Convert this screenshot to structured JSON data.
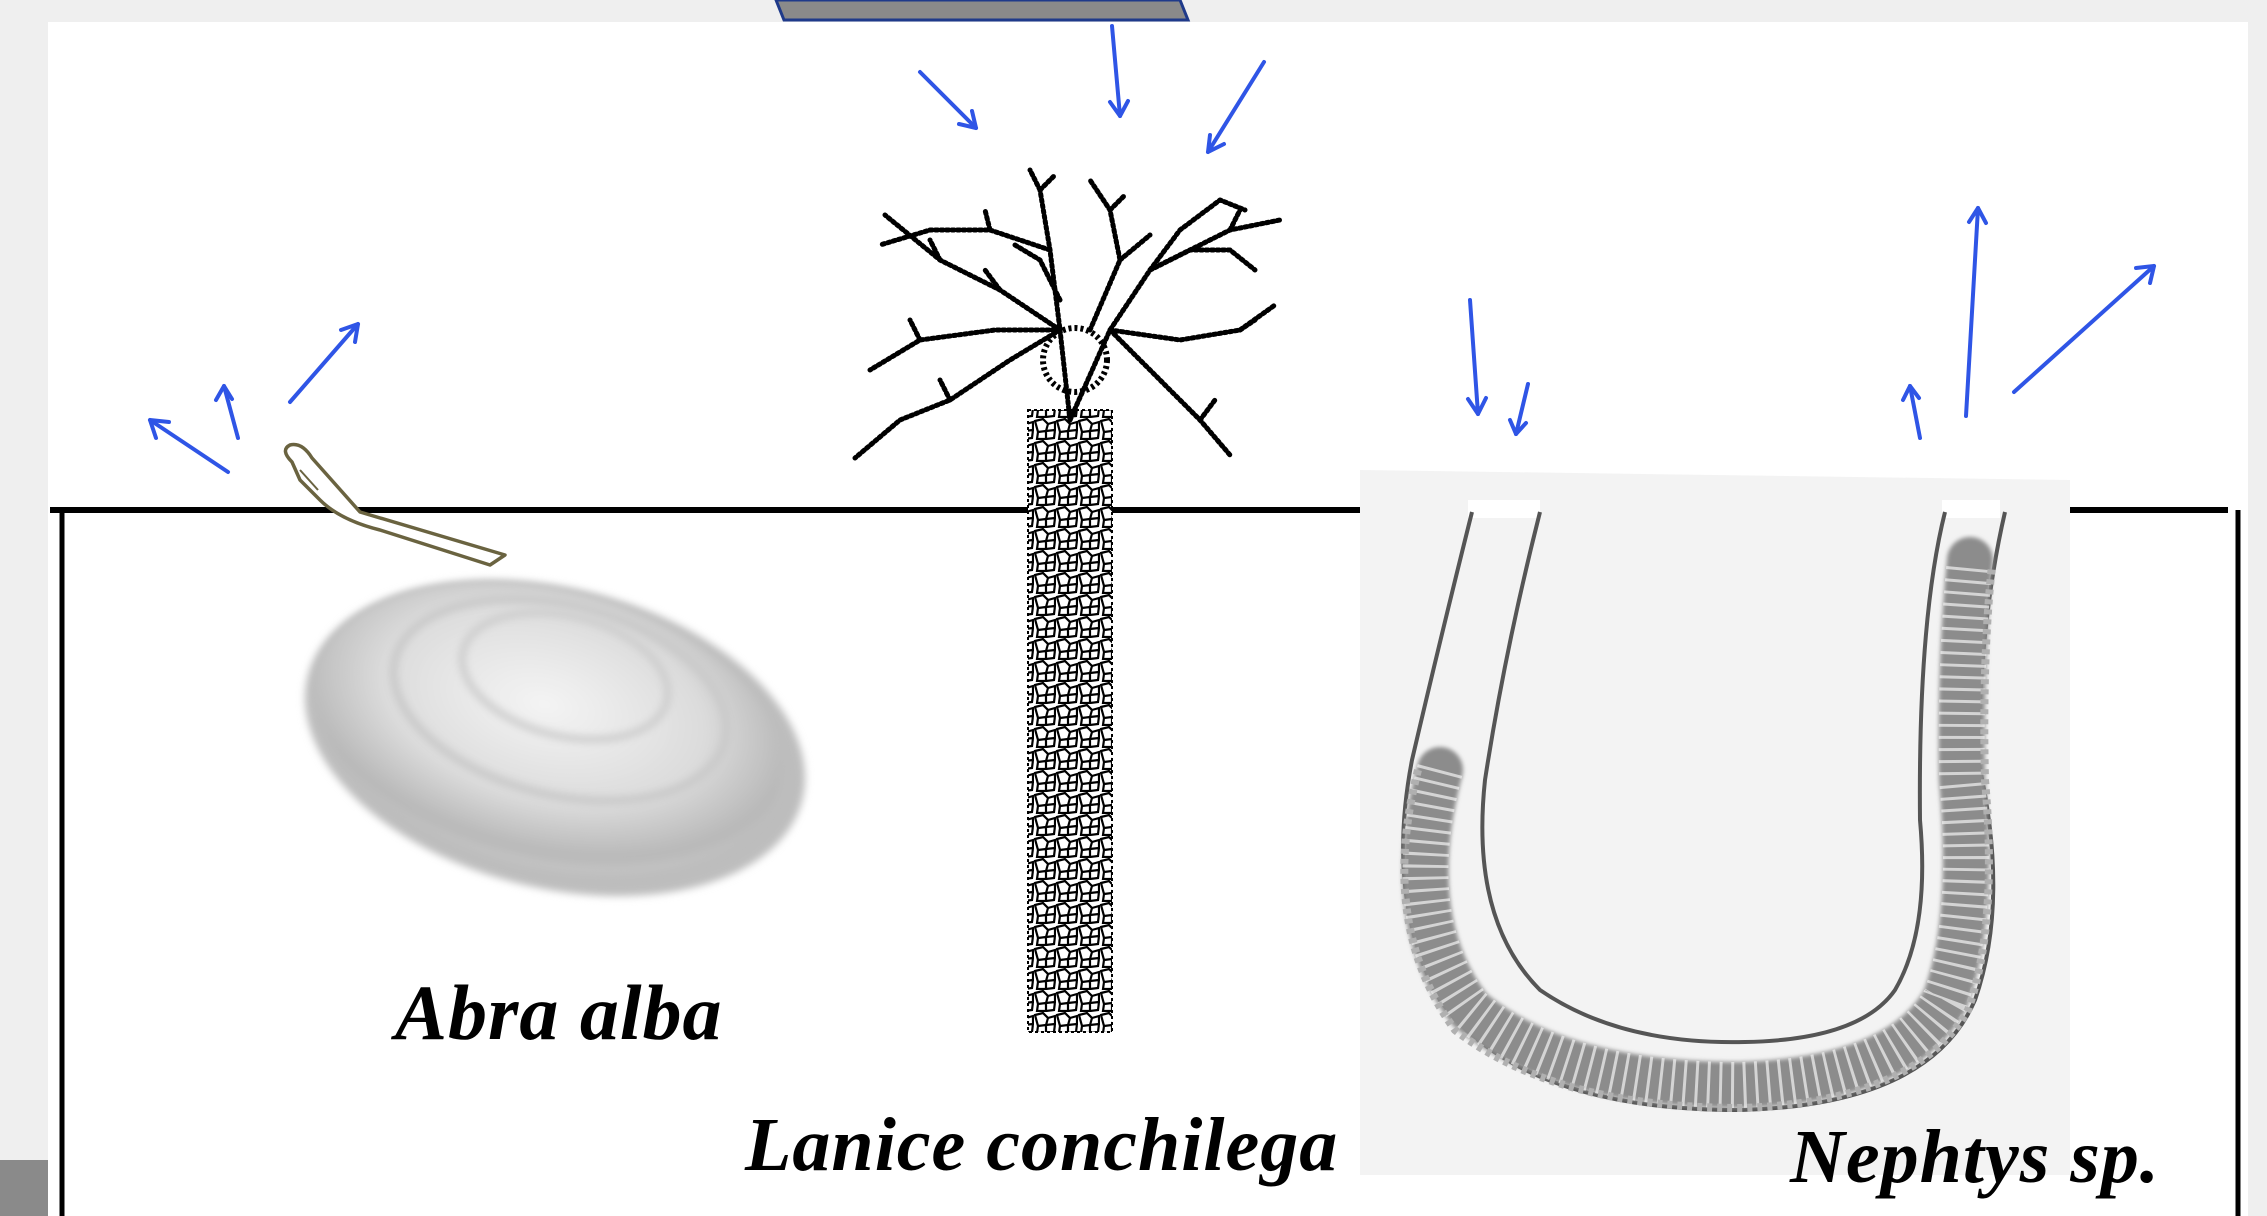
{
  "labels": {
    "abra": "Abra alba",
    "lanice": "Lanice conchilega",
    "nephtys": "Nephtys sp."
  },
  "colors": {
    "background": "#efefef",
    "panel": "#ffffff",
    "arrow": "#2f55e6",
    "sediment_line": "#000000",
    "slide_tab": "#8a8a8a",
    "slide_tab_border": "#1f3a8a",
    "siphon": "#6a6340"
  },
  "arrow_directions": {
    "abra": "out",
    "lanice": "in",
    "nephtys_left": "in",
    "nephtys_right": "out"
  }
}
